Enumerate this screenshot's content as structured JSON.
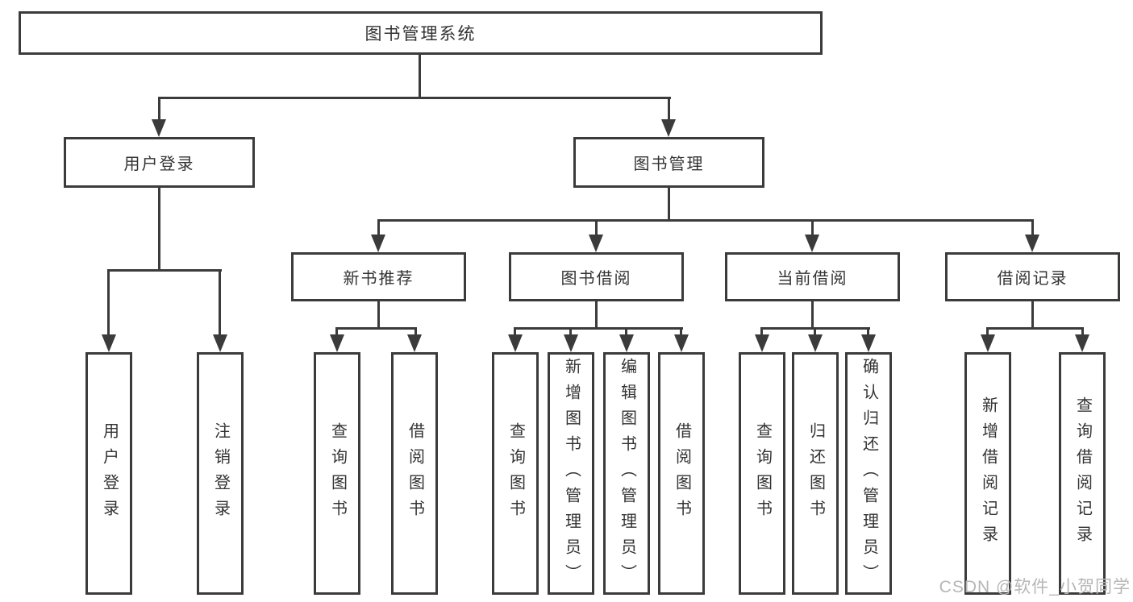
{
  "diagram_title": "图书管理系统",
  "tree": {
    "label": "图书管理系统",
    "children": [
      {
        "label": "用户登录",
        "children": [
          {
            "label": "用户登录"
          },
          {
            "label": "注销登录"
          }
        ]
      },
      {
        "label": "图书管理",
        "children": [
          {
            "label": "新书推荐",
            "children": [
              {
                "label": "查询图书"
              },
              {
                "label": "借阅图书"
              }
            ]
          },
          {
            "label": "图书借阅",
            "children": [
              {
                "label": "查询图书"
              },
              {
                "label": "新增图书（管理员）"
              },
              {
                "label": "编辑图书（管理员）"
              },
              {
                "label": "借阅图书"
              }
            ]
          },
          {
            "label": "当前借阅",
            "children": [
              {
                "label": "查询图书"
              },
              {
                "label": "归还图书"
              },
              {
                "label": "确认归还（管理员）"
              }
            ]
          },
          {
            "label": "借阅记录",
            "children": [
              {
                "label": "新增借阅记录"
              },
              {
                "label": "查询借阅记录"
              }
            ]
          }
        ]
      }
    ]
  },
  "watermark": {
    "text": "CSDN @软件_小贺同学"
  },
  "colors": {
    "line": "#3b3b3b",
    "text": "#333333",
    "background": "#ffffff",
    "watermark": "#b6b6b6"
  }
}
